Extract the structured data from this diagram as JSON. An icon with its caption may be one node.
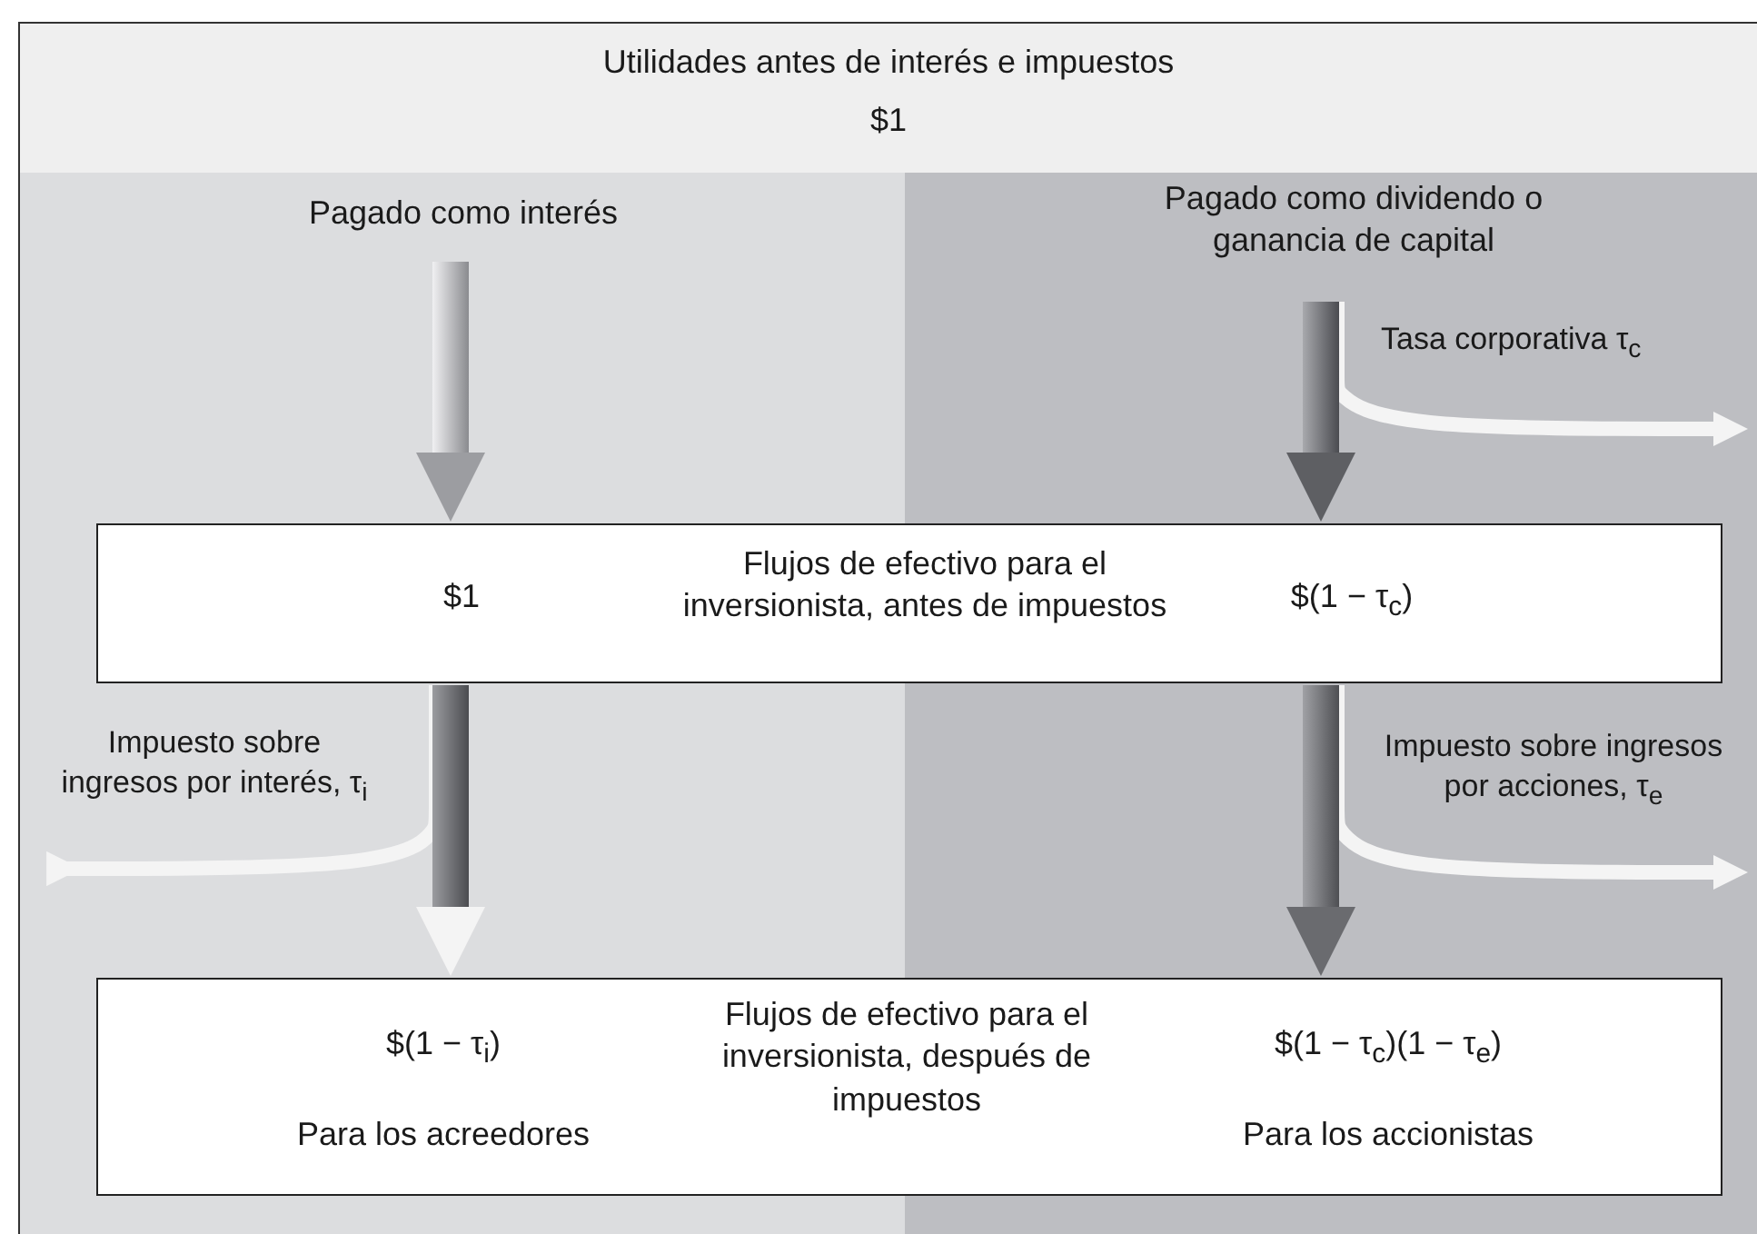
{
  "diagram": {
    "nodes": [
      {
        "text": [
          "Utilidades antes de interés e impuestos",
          "$1"
        ]
      },
      {
        "text": [
          "Pagado como interés"
        ]
      },
      {
        "text": [
          "Pagado como dividendo o ganancia de capital"
        ]
      },
      {
        "text": [
          "$1",
          "Flujos de efectivo para el inversionista, antes de impuestos",
          "$(1 − τ$_{c}$)"
        ]
      },
      {
        "text": [
          "$(1 − τ$_{i}$)",
          "Para los acreedores",
          "Flujos de efectivo para el inversionista, después de impuestos",
          "$(1 − τ$_{c}$)(1 − τ$_{e}$)",
          "Para los accionistas"
        ]
      }
    ],
    "edges": [
      {
        "from": 1,
        "to": 3,
        "arrow": "to"
      },
      {
        "from": 2,
        "to": 3,
        "arrow": "to"
      },
      {
        "from": 2,
        "to": null,
        "arrow": "to",
        "label": "Tasa corporativa τ$_{c}$",
        "color": "#f4f4f4"
      },
      {
        "from": 3,
        "to": 4,
        "arrow": "to"
      },
      {
        "from": 3,
        "to": 4,
        "arrow": "to"
      },
      {
        "from": 3,
        "to": null,
        "arrow": "to",
        "label": "Impuesto sobre ingresos por interés, τ$_{i}$",
        "color": "#f4f4f4"
      },
      {
        "from": 3,
        "to": null,
        "arrow": "to",
        "label": "Impuesto sobre ingresos por acciones, τ$_{e}$",
        "color": "#f4f4f4"
      }
    ]
  }
}
